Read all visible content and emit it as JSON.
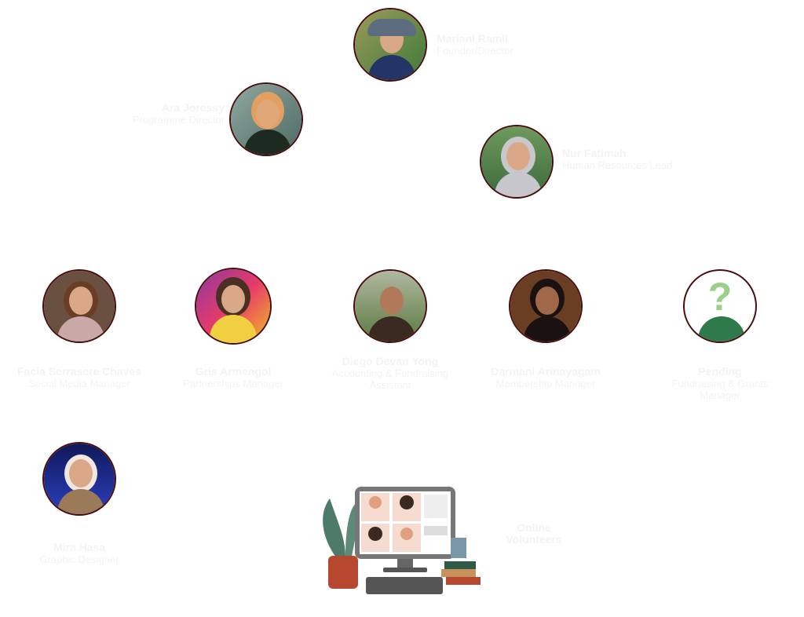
{
  "members": [
    {
      "name": "Mariani Ramli",
      "role": "Founder/Director"
    },
    {
      "name": "Ara Joressy",
      "role": "Programme Director"
    },
    {
      "name": "Nur Fatimah",
      "role": "Human Resources Lead"
    },
    {
      "name": "Facia Serrasere Chaves",
      "role": "Social Media Manager"
    },
    {
      "name": "Gris Armengol",
      "role": "Partnerships Manager"
    },
    {
      "name": "Diego Devan Yong",
      "role": "Accounting & Fundraising Assistant"
    },
    {
      "name": "Darmani Arinayagam",
      "role": "Membership Manager"
    },
    {
      "name": "Pending",
      "role": "Fundraising & Grants Manager"
    },
    {
      "name": "Mira Hasa",
      "role": "Graphic Designer"
    }
  ],
  "volunteers": {
    "line1": "Online",
    "line2": "Volunteers"
  },
  "colors": {
    "border": "#4a0d0d",
    "text": "#f3f3f3"
  }
}
